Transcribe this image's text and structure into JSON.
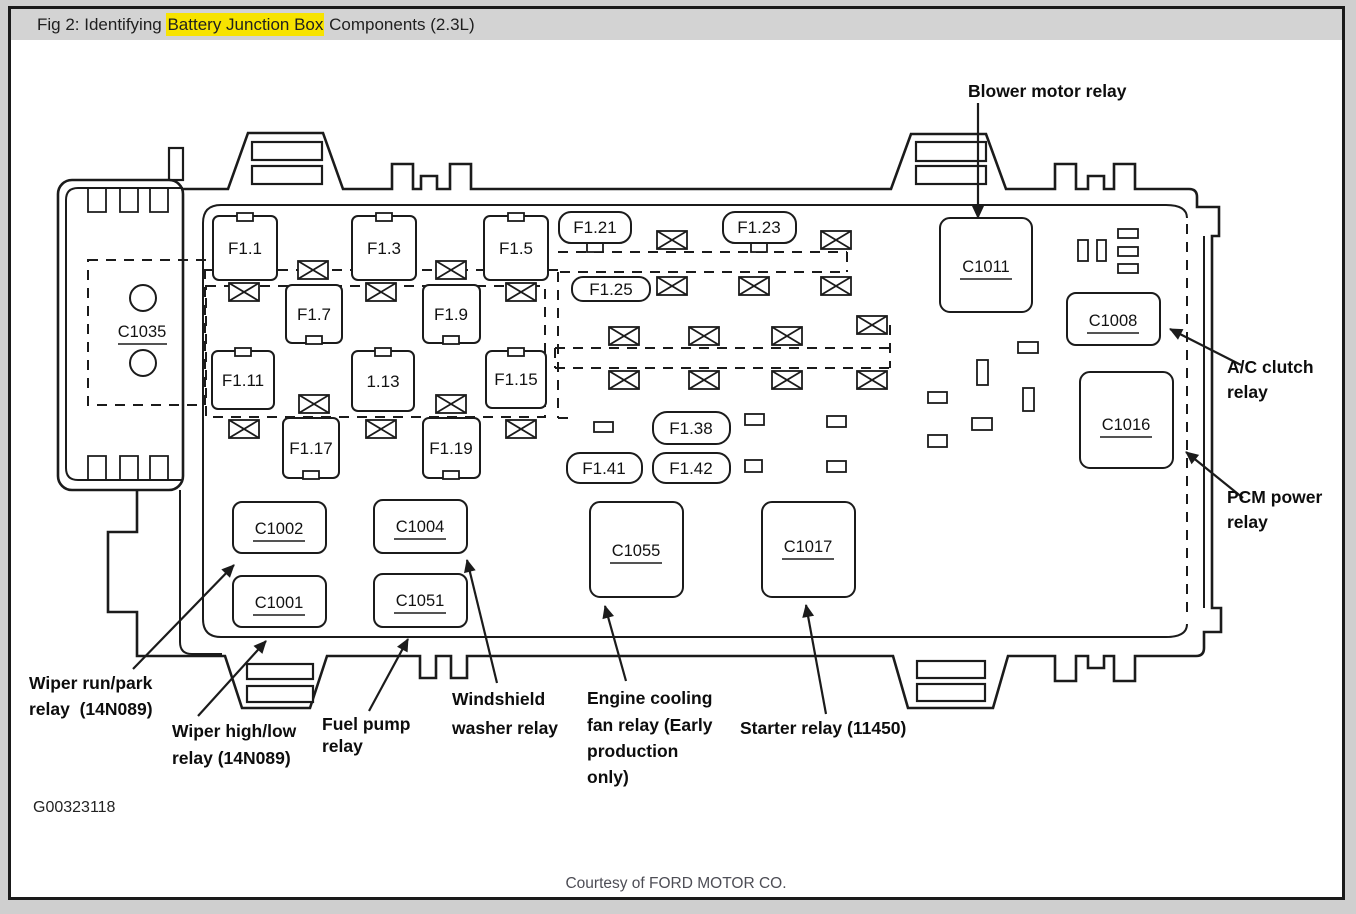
{
  "window": {
    "title_prefix": "Fig 2: Identifying ",
    "title_highlight": "Battery Junction Box",
    "title_suffix": " Components (2.3L)"
  },
  "colors": {
    "page_bg": "#cfcfcf",
    "panel_bg": "#ffffff",
    "titlebar_bg": "#d3d3d3",
    "highlight_bg": "#f7e300",
    "line_art": "#1b1b1b",
    "courtesy_text": "#4d4d55"
  },
  "fuses": {
    "f1_1": "F1.1",
    "f1_3": "F1.3",
    "f1_5": "F1.5",
    "f1_7": "F1.7",
    "f1_9": "F1.9",
    "f1_11": "F1.11",
    "f1_13": "1.13",
    "f1_15": "F1.15",
    "f1_17": "F1.17",
    "f1_19": "F1.19",
    "f1_21": "F1.21",
    "f1_23": "F1.23",
    "f1_25": "F1.25",
    "f1_38": "F1.38",
    "f1_41": "F1.41",
    "f1_42": "F1.42"
  },
  "connectors": {
    "c1035": "C1035",
    "c1011": "C1011",
    "c1008": "C1008",
    "c1016": "C1016",
    "c1002": "C1002",
    "c1001": "C1001",
    "c1004": "C1004",
    "c1051": "C1051",
    "c1055": "C1055",
    "c1017": "C1017"
  },
  "callouts": {
    "blower": {
      "line1": "Blower motor relay"
    },
    "ac_clutch": {
      "line1": "A/C clutch",
      "line2": "relay"
    },
    "pcm_power": {
      "line1": "PCM power",
      "line2": "relay"
    },
    "wiper_run_park": {
      "line1": "Wiper run/park",
      "line2": "relay  (14N089)"
    },
    "wiper_high_low": {
      "line1": "Wiper high/low",
      "line2": "relay (14N089)"
    },
    "fuel_pump": {
      "line1": "Fuel pump",
      "line2": "relay"
    },
    "windshield_washer": {
      "line1": "Windshield",
      "line2": "washer relay"
    },
    "engine_cooling": {
      "line1": "Engine cooling",
      "line2": "fan relay (Early",
      "line3": "production",
      "line4": "only)"
    },
    "starter": {
      "line1": "Starter relay (11450)"
    }
  },
  "footer": {
    "figure_code": "G00323118",
    "courtesy": "Courtesy of FORD MOTOR CO."
  }
}
